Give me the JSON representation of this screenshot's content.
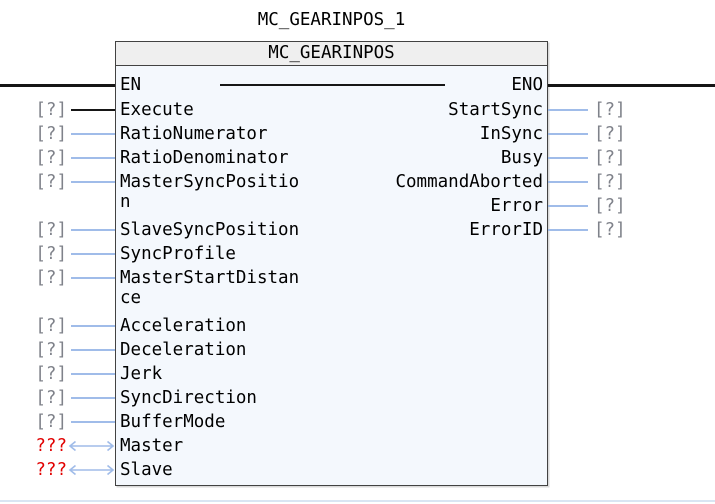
{
  "title": "MC_GEARINPOS_1",
  "block": {
    "type_name": "MC_GEARINPOS",
    "en_label": "EN",
    "eno_label": "ENO"
  },
  "inputs": [
    {
      "label": "Execute",
      "value": "[?]"
    },
    {
      "label": "RatioNumerator",
      "value": "[?]"
    },
    {
      "label": "RatioDenominator",
      "value": "[?]"
    },
    {
      "label": "MasterSyncPosition",
      "value": "[?]"
    },
    {
      "label": "SlaveSyncPosition",
      "value": "[?]"
    },
    {
      "label": "SyncProfile",
      "value": "[?]"
    },
    {
      "label": "MasterStartDistance",
      "value": "[?]"
    },
    {
      "label": "Acceleration",
      "value": "[?]"
    },
    {
      "label": "Deceleration",
      "value": "[?]"
    },
    {
      "label": "Jerk",
      "value": "[?]"
    },
    {
      "label": "SyncDirection",
      "value": "[?]"
    },
    {
      "label": "BufferMode",
      "value": "[?]"
    },
    {
      "label": "Master",
      "value": "???"
    },
    {
      "label": "Slave",
      "value": "???"
    }
  ],
  "outputs": [
    {
      "label": "StartSync",
      "value": "[?]"
    },
    {
      "label": "InSync",
      "value": "[?]"
    },
    {
      "label": "Busy",
      "value": "[?]"
    },
    {
      "label": "CommandAborted",
      "value": "[?]"
    },
    {
      "label": "Error",
      "value": "[?]"
    },
    {
      "label": "ErrorID",
      "value": "[?]"
    }
  ],
  "colors": {
    "wire_blue": "#a0bce9",
    "wire_black": "#161616",
    "pin_gray": "#7f828a",
    "error_red": "#e10000",
    "block_body": "#f4f8fd",
    "block_header": "#efefef",
    "block_border": "#424242",
    "separator": "#d9e5f3"
  }
}
